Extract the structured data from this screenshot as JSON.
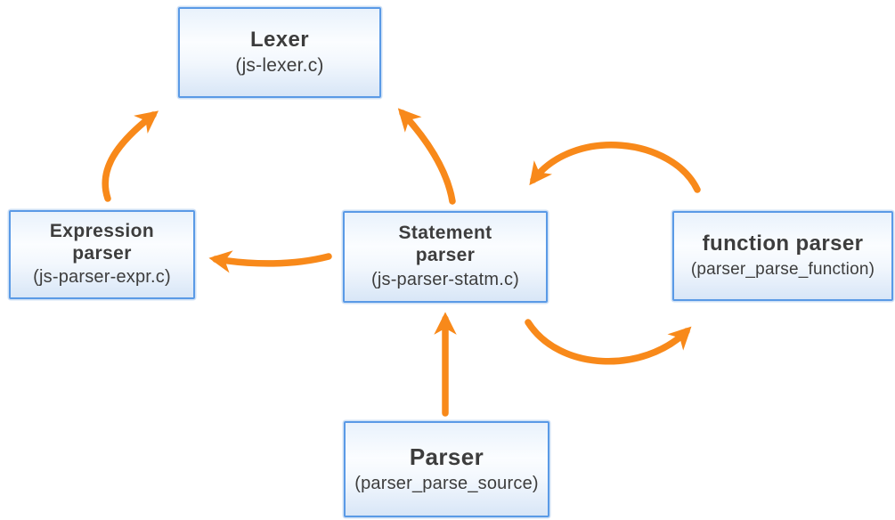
{
  "diagram": {
    "background_color": "#ffffff",
    "arrow_color": "#F8891A",
    "node_border_color": "#5A9AE6",
    "node_fill_top": "#E9F2FC",
    "node_fill_bottom": "#D8E6F7",
    "text_color": "#3D3D3D",
    "nodes": [
      {
        "id": "lexer",
        "title": "Lexer",
        "subtitle": "(js-lexer.c)"
      },
      {
        "id": "expression-parser",
        "title": "Expression parser",
        "subtitle": "(js-parser-expr.c)"
      },
      {
        "id": "statement-parser",
        "title": "Statement parser",
        "subtitle": "(js-parser-statm.c)"
      },
      {
        "id": "function-parser",
        "title": "function parser",
        "subtitle": "(parser_parse_function)"
      },
      {
        "id": "parser",
        "title": "Parser",
        "subtitle": "(parser_parse_source)"
      }
    ],
    "edges": [
      {
        "from": "expression-parser",
        "to": "lexer"
      },
      {
        "from": "statement-parser",
        "to": "lexer"
      },
      {
        "from": "statement-parser",
        "to": "expression-parser"
      },
      {
        "from": "function-parser",
        "to": "statement-parser"
      },
      {
        "from": "statement-parser",
        "to": "function-parser"
      },
      {
        "from": "parser",
        "to": "statement-parser"
      }
    ]
  }
}
